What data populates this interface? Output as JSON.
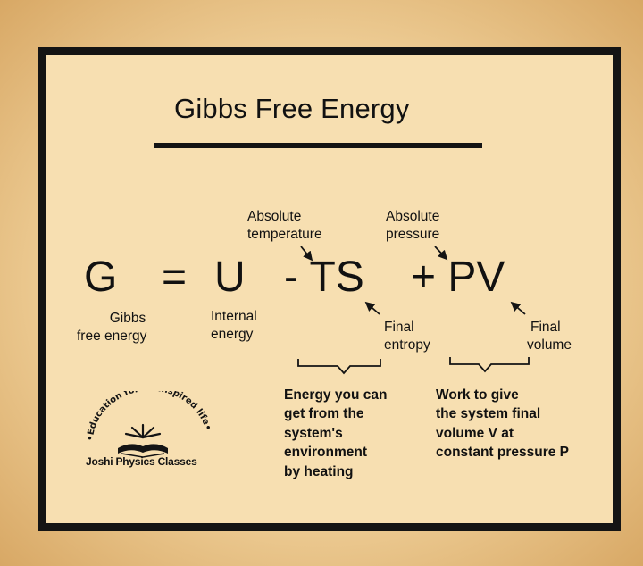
{
  "title": "Gibbs Free Energy",
  "equation": {
    "G": "G",
    "equals": "=",
    "U": "U",
    "minus_TS": "- TS",
    "plus_PV": "+ PV"
  },
  "labels": {
    "gibbs": [
      "Gibbs",
      "free energy"
    ],
    "internal": [
      "Internal",
      "energy"
    ],
    "abs_temp": [
      "Absolute",
      "temperature"
    ],
    "abs_pressure": [
      "Absolute",
      "pressure"
    ],
    "final_entropy": [
      "Final",
      "entropy"
    ],
    "final_volume": [
      "Final",
      "volume"
    ]
  },
  "notes": {
    "ts": [
      "Energy you can",
      "get from the",
      "system's",
      "environment",
      "by heating"
    ],
    "pv": [
      "Work to give",
      "the system final",
      "volume V at",
      "constant pressure P"
    ]
  },
  "logo": {
    "motto": "Education for an Inspired life",
    "name": "Joshi Physics Classes"
  },
  "colors": {
    "paper": "#f7dfb1",
    "ink": "#141414"
  }
}
